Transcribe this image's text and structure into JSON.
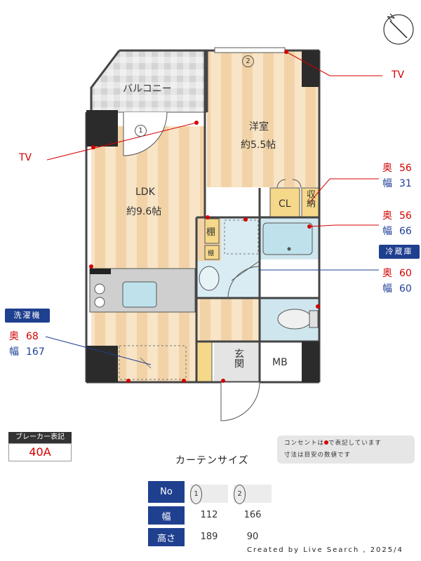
{
  "rooms": {
    "balcony": "バルコニー",
    "ldk_name": "LDK",
    "ldk_size": "約9.6帖",
    "western_name": "洋室",
    "western_size": "約5.5帖",
    "cl": "CL",
    "storage": "収納",
    "shelf": "棚",
    "shelf_small": "棚",
    "entrance": "玄関",
    "mb": "MB"
  },
  "window_markers": [
    "1",
    "2"
  ],
  "tv_labels": {
    "left": "TV",
    "right": "TV"
  },
  "specs": {
    "storage": {
      "depth_key": "奥",
      "depth": "56",
      "width_key": "幅",
      "width": "31"
    },
    "closet": {
      "depth_key": "奥",
      "depth": "56",
      "width_key": "幅",
      "width": "66"
    },
    "fridge": {
      "title": "冷蔵庫",
      "depth_key": "奥",
      "depth": "60",
      "width_key": "幅",
      "width": "60"
    },
    "washer": {
      "title": "洗濯機",
      "depth_key": "奥",
      "depth": "68",
      "width_key": "幅",
      "width": "167"
    }
  },
  "breaker": {
    "title": "ブレーカー表記",
    "value": "40A"
  },
  "note": {
    "line1_pre": "コンセントは",
    "line1_post": "で表記しています",
    "line2": "寸法は目安の数値です"
  },
  "curtain": {
    "title": "カーテンサイズ",
    "headers": {
      "no": "No",
      "width": "幅",
      "height": "高さ"
    },
    "cols": [
      {
        "no": "1",
        "width": "112",
        "height": "189"
      },
      {
        "no": "2",
        "width": "166",
        "height": "90"
      }
    ]
  },
  "compass": {
    "north": "N"
  },
  "credit": "Created by Live Search , 2025/4",
  "colors": {
    "outlet": "#d40000",
    "navy": "#1f3f8f",
    "floor": "#f5dcb8",
    "tile": "#dcdcdc",
    "wet": "#cfe6ef",
    "wall": "#222222"
  }
}
